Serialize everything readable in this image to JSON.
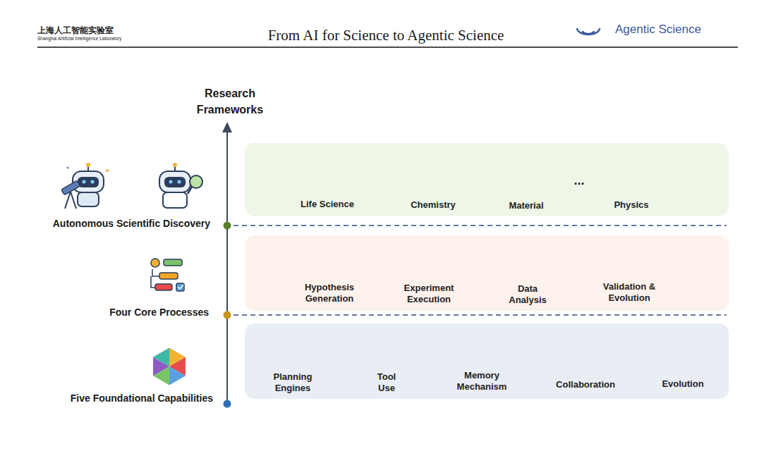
{
  "diagram": {
    "title": "From AI for Science to Agentic Science",
    "nodes": [
      {
        "text": [
          "Life Science",
          "Chemistry",
          "Material",
          "...",
          "Physics"
        ]
      },
      {
        "text": [
          "Hypothesis Generation",
          "Experiment Execution",
          "Data Analysis",
          "Validation & Evolution"
        ]
      },
      {
        "text": [
          "Planning Engines",
          "Tool Use",
          "Memory Mechanism",
          "Collaboration",
          "Evolution"
        ]
      }
    ],
    "labels": [
      "上海人工智能实验室",
      "Shanghai Artificial Intelligence Laboratory",
      "Agentic Science",
      "Research Frameworks",
      "Autonomous Scientific Discovery",
      "Four Core Processes",
      "Five Foundational Capabilities"
    ]
  }
}
